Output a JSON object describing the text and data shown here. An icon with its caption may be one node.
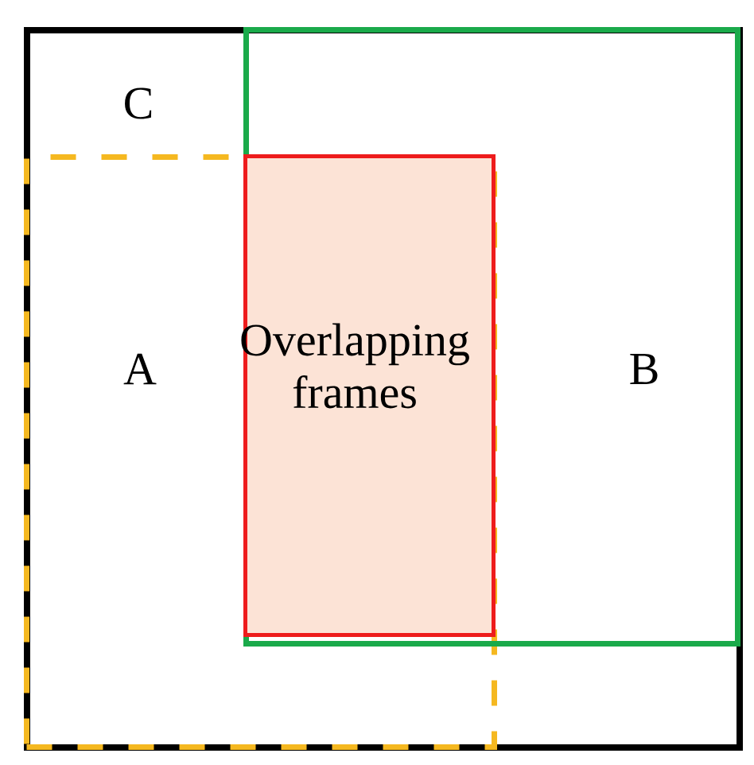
{
  "diagram": {
    "nodes": [
      {
        "text": [
          "C"
        ]
      },
      {
        "text": [
          "A"
        ],
        "in": 0
      },
      {
        "text": [
          "B"
        ],
        "in": 0
      },
      {
        "text": [
          "Overlapping frames"
        ]
      }
    ]
  }
}
